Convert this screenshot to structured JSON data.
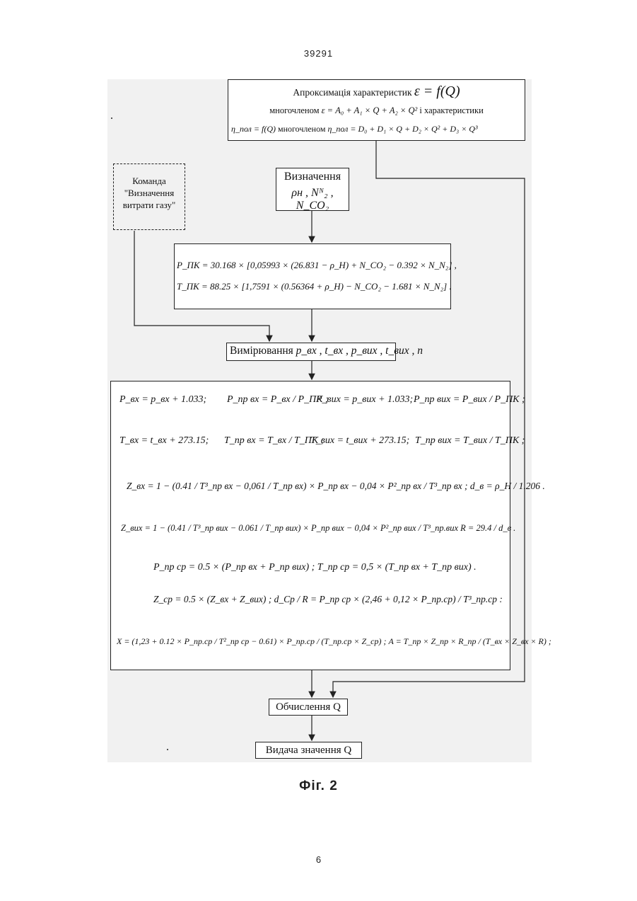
{
  "page": {
    "number_top": "39291",
    "caption": "Фіг. 2",
    "number_bottom": "6"
  },
  "diagram": {
    "approx_box": {
      "line1_text": "Апроксимація характеристик",
      "line1_formula": "ε = f(Q)",
      "line2_text_a": "многочленом",
      "line2_formula": "ε = A₀ + A₁ × Q + A₂ × Q²",
      "line2_text_b": "і характеристики",
      "line3_formula_a": "η_пол = f(Q)",
      "line3_text": "многочленом",
      "line3_formula_b": "η_пол = D₀ + D₁ × Q + D₂ × Q² + D₃ × Q³"
    },
    "command_box": {
      "line1": "Команда",
      "line2": "\"Визначення",
      "line3": "витрати газу\""
    },
    "determine_box": {
      "title": "Визначення",
      "formula": "ρн , Nᴺ₂ , N_CO₂"
    },
    "pseudocritical_box": {
      "p_line": "P_ПК = 30.168 × [0,05993 × (26.831 − ρ_H) + N_CO₂ − 0.392 × N_N₂] ,",
      "t_line": "T_ПК = 88.25 × [1,7591 × (0.56364 + ρ_H) − N_CO₂ − 1.681 × N_N₂] ."
    },
    "measure_box": {
      "title": "Вимірювання",
      "formula": "p_вх , t_вх , p_вих , t_вих , n"
    },
    "calc_box": {
      "r1": [
        "P_вх = p_вх + 1.033;",
        "P_пр вх = P_вх / P_ПК ;",
        "P_вих = p_вих + 1.033;",
        "P_пр вих = P_вих / P_ПК ;"
      ],
      "r2": [
        "T_вх = t_вх + 273.15;",
        "T_пр вх = T_вх / T_ПК ;",
        "T_вих = t_вих + 273.15;",
        "T_пр вих = T_вих / T_ПК ;"
      ],
      "r3": "Z_вх = 1 − (0.41 / T³_пр вх − 0,061 / T_пр вх) × P_пр вх − 0,04 × P²_пр вх / T³_пр вх ;   d_в = ρ_H / 1.206 .",
      "r4": "Z_вих = 1 − (0.41 / T³_пр вих − 0.061 / T_пр вих) × P_пр вих − 0,04 × P²_пр вих / T³_пр.вих   R = 29.4 / d_в .",
      "r5": "P_пр ср = 0.5 × (P_пр вх + P_пр вих) ;   T_пр ср = 0,5 × (T_пр вх + T_пр вих) .",
      "r6": "Z_ср = 0.5 × (Z_вх + Z_вих) ;   d_Ср / R = P_пр ср × (2,46 + 0,12 × P_пр.ср) / T³_пр.ср :",
      "r7": "X = (1,23 + 0.12 × P_пр.ср / T²_пр ср − 0.61) × P_пр.ср / (T_пр.ср × Z_ср) ;   A = T_пр × Z_пр × R_пр / (T_вх × Z_вх × R) ;"
    },
    "compute_box": {
      "label": "Обчислення Q"
    },
    "output_box": {
      "label": "Видача значення Q"
    },
    "colors": {
      "line": "#222222",
      "scan_background": "#f1f1f1",
      "page": "#ffffff"
    }
  }
}
